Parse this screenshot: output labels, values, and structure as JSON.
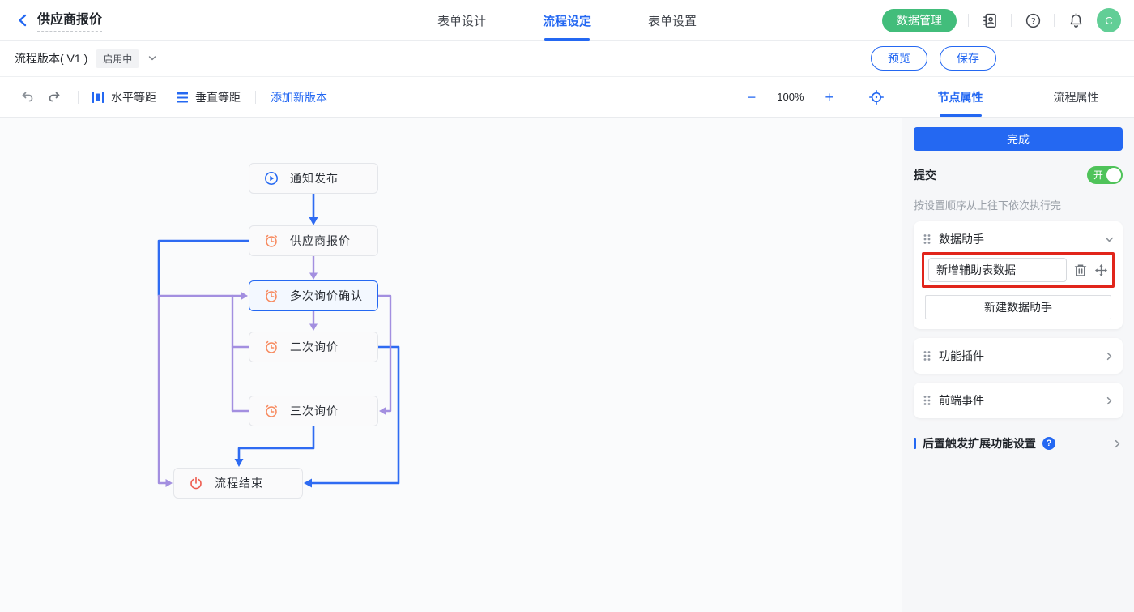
{
  "header": {
    "title": "供应商报价",
    "tabs": [
      {
        "label": "表单设计",
        "active": false
      },
      {
        "label": "流程设定",
        "active": true
      },
      {
        "label": "表单设置",
        "active": false
      }
    ],
    "data_manage_button": "数据管理",
    "avatar_initial": "C"
  },
  "version_bar": {
    "version_label": "流程版本( V1 )",
    "status_badge": "启用中",
    "preview_button": "预览",
    "save_button": "保存"
  },
  "toolbar": {
    "horizontal_align": "水平等距",
    "vertical_align": "垂直等距",
    "add_version": "添加新版本",
    "zoom_out": "−",
    "zoom_level": "100%",
    "zoom_in": "+"
  },
  "panel": {
    "tabs": [
      {
        "label": "节点属性",
        "active": true
      },
      {
        "label": "流程属性",
        "active": false
      }
    ],
    "done_button": "完成",
    "submit": {
      "label": "提交",
      "toggle_state": "开"
    },
    "hint": "按设置顺序从上往下依次执行完",
    "data_assistant": {
      "title": "数据助手",
      "item_value": "新增辅助表数据",
      "new_button": "新建数据助手"
    },
    "plugin_section": {
      "title": "功能插件"
    },
    "frontend_event_section": {
      "title": "前端事件"
    },
    "post_trigger": {
      "title": "后置触发扩展功能设置"
    }
  },
  "flowchart": {
    "nodes": [
      {
        "label": "通知发布",
        "icon": "play-circle-icon",
        "selected": false
      },
      {
        "label": "供应商报价",
        "icon": "timer-icon",
        "selected": false
      },
      {
        "label": "多次询价确认",
        "icon": "timer-icon",
        "selected": true
      },
      {
        "label": "二次询价",
        "icon": "timer-icon",
        "selected": false
      },
      {
        "label": "三次询价",
        "icon": "timer-icon",
        "selected": false
      },
      {
        "label": "流程结束",
        "icon": "power-icon",
        "selected": false
      }
    ],
    "edges": [
      {
        "from": "通知发布",
        "to": "供应商报价",
        "color": "blue",
        "route": "down"
      },
      {
        "from": "供应商报价",
        "to": "多次询价确认",
        "color": "purple",
        "route": "down"
      },
      {
        "from": "供应商报价",
        "to": "多次询价确认",
        "color": "blue",
        "route": "left-loop"
      },
      {
        "from": "多次询价确认",
        "to": "二次询价",
        "color": "purple",
        "route": "down"
      },
      {
        "from": "二次询价",
        "to": "多次询价确认",
        "color": "purple",
        "route": "left-loop"
      },
      {
        "from": "三次询价",
        "to": "多次询价确认",
        "color": "purple",
        "route": "left-loop"
      },
      {
        "from": "多次询价确认",
        "to": "三次询价",
        "color": "purple",
        "route": "right-loop"
      },
      {
        "from": "二次询价",
        "to": "流程结束",
        "color": "blue",
        "route": "right-loop"
      },
      {
        "from": "三次询价",
        "to": "流程结束",
        "color": "blue",
        "route": "down"
      },
      {
        "from": "多次询价确认",
        "to": "流程结束",
        "color": "purple",
        "route": "left-loop"
      }
    ]
  },
  "icons": {
    "question_mark": "?"
  },
  "colors": {
    "primary_blue": "#2468f2",
    "edge_blue": "#2e6bf2",
    "edge_purple": "#a38fe0",
    "green_button": "#42bd7b",
    "toggle_green": "#4fc35a",
    "avatar_green": "#62ce96",
    "highlight_red": "#e1251b",
    "timer_icon_orange": "#f78a5f",
    "power_icon_red": "#ee5a4d"
  }
}
